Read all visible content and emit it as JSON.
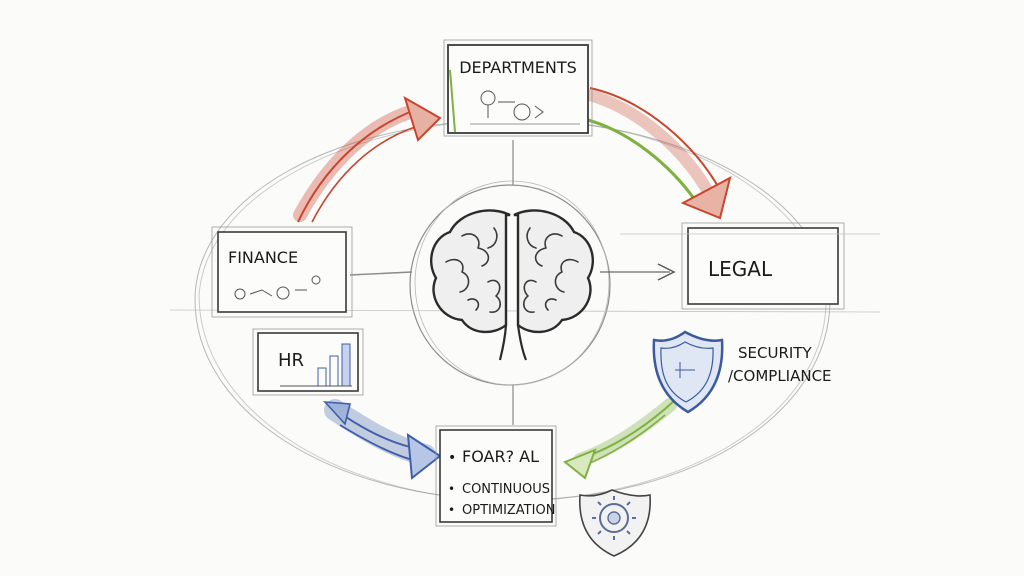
{
  "nodes": {
    "departments": "DEPARTMENTS",
    "finance": "FINANCE",
    "legal": "LEGAL",
    "hr": "HR",
    "security_line1": "SECURITY",
    "security_line2": "/COMPLIANCE",
    "center_line1": "FOAR? AL",
    "center_line2": "CONTINUOUS",
    "center_line3": "OPTIMIZATION"
  },
  "colors": {
    "red_arrow": "#c8462e",
    "green_arrow": "#7fb13f",
    "blue_arrow": "#3f5fa8",
    "ink": "#2b2b2b",
    "shield_blue": "#3b5aa0"
  },
  "icons": {
    "center": "brain-icon",
    "security": "shield-icon",
    "bottom": "gear-shield-icon"
  }
}
